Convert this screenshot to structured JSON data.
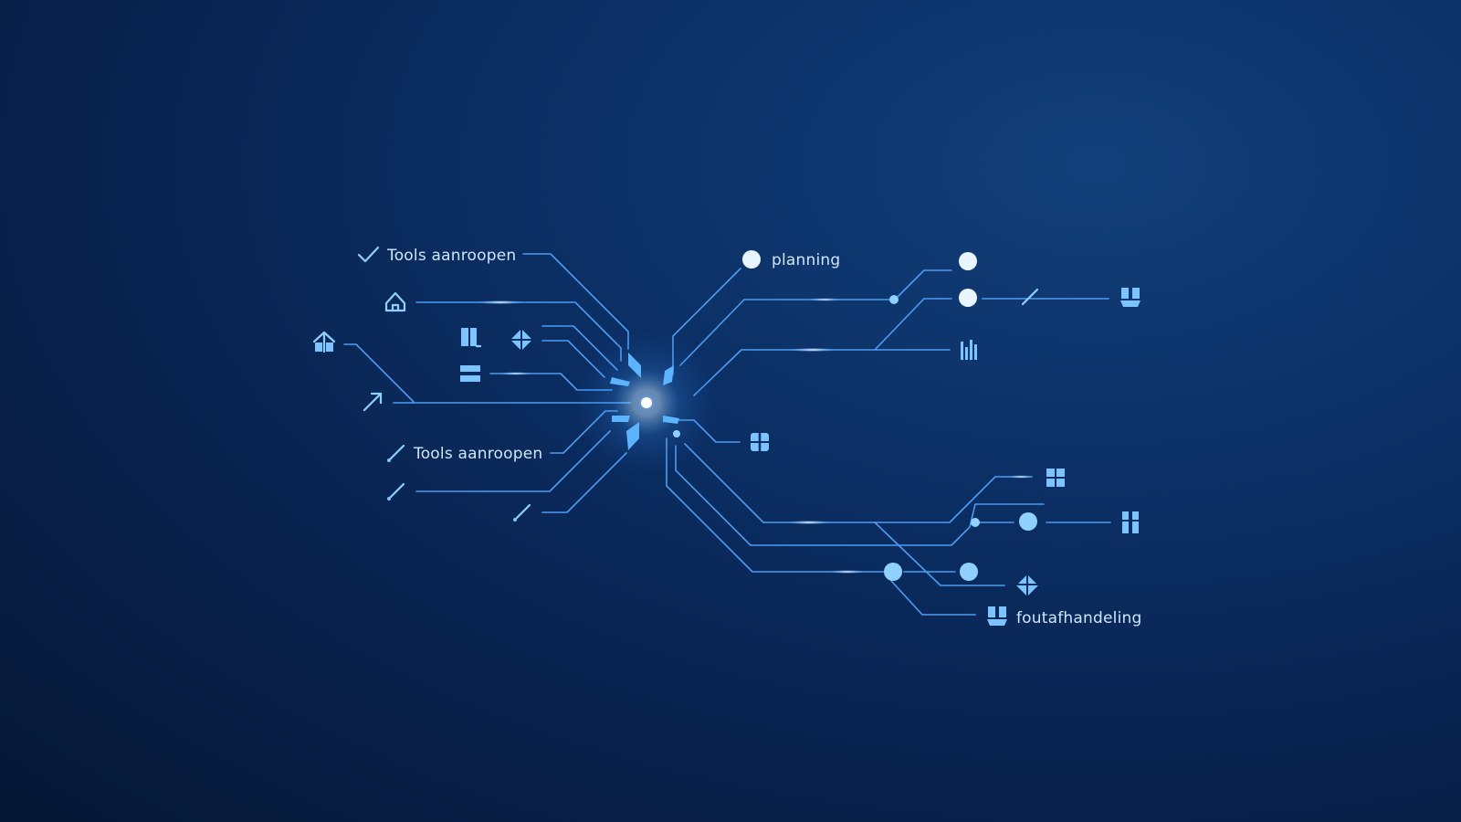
{
  "labels": {
    "tools_top": "Tools aanroopen",
    "tools_bottom": "Tools aanroopen",
    "planning": "planning",
    "error_handling": "foutafhandeling"
  },
  "icons": {
    "tools_top": "check-icon",
    "home": "home-icon",
    "book": "book-icon",
    "diamond": "diamond-icon",
    "pause": "menu-icon",
    "arrow": "arrow-icon",
    "branch": "branch-icon",
    "pen": "pen-icon",
    "grid": "grid-icon",
    "bars": "bars-icon"
  },
  "colors": {
    "background": "#0b2e63",
    "line": "#4d9cf0",
    "icon": "#7cc4ff",
    "text": "#cfe6ff",
    "core": "#ffffff"
  }
}
